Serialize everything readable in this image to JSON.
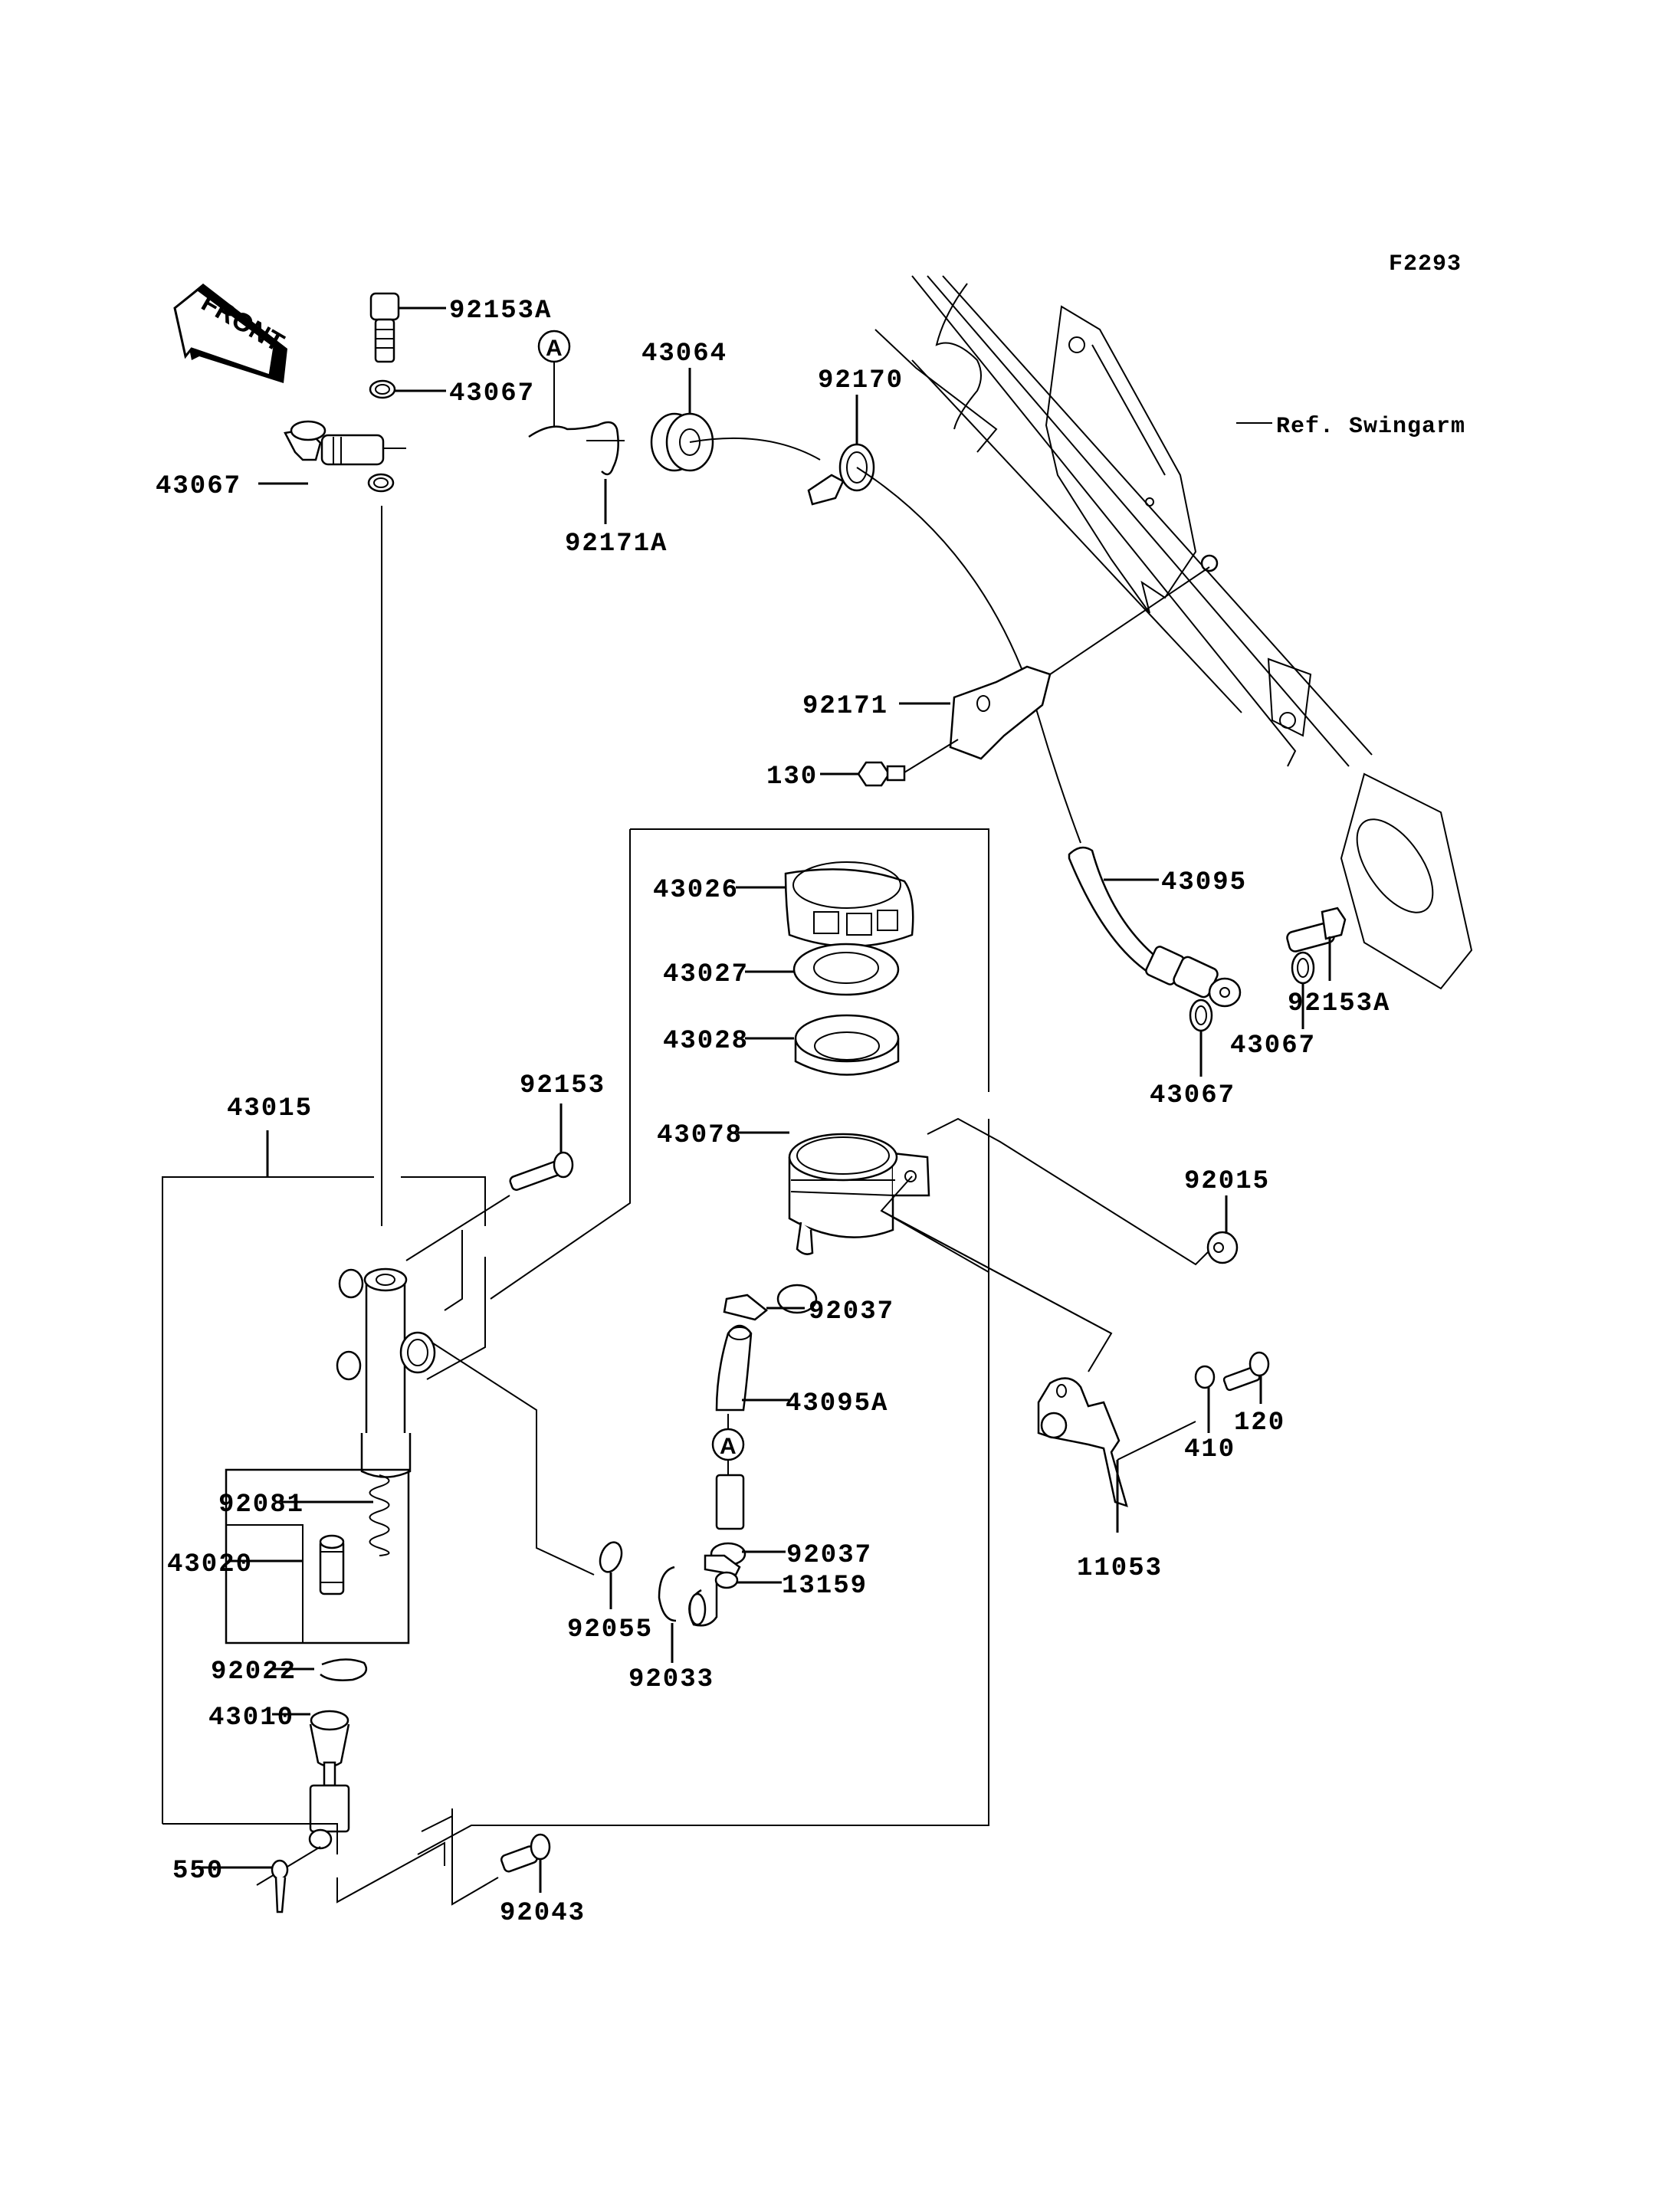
{
  "figure_code": "F2293",
  "front_arrow_label": "FRONT",
  "reference": "Ref. Swingarm",
  "connector_marker": "A",
  "parts": {
    "p92153A_top": "92153A",
    "p43067_top": "43067",
    "p43067_left": "43067",
    "p92171A": "92171A",
    "p43064": "43064",
    "p92170": "92170",
    "p92171": "92171",
    "p130": "130",
    "p43095": "43095",
    "p92153A_right": "92153A",
    "p43067_right_a": "43067",
    "p43067_right_b": "43067",
    "p43026": "43026",
    "p43027": "43027",
    "p43028": "43028",
    "p43078": "43078",
    "p92015": "92015",
    "p92037_top": "92037",
    "p43095A": "43095A",
    "p92037_bottom": "92037",
    "p13159": "13159",
    "p92055": "92055",
    "p92033": "92033",
    "p11053": "11053",
    "p410": "410",
    "p120": "120",
    "p43015": "43015",
    "p92153": "92153",
    "p92081": "92081",
    "p43020": "43020",
    "p92022": "92022",
    "p43010": "43010",
    "p550": "550",
    "p92043": "92043"
  }
}
